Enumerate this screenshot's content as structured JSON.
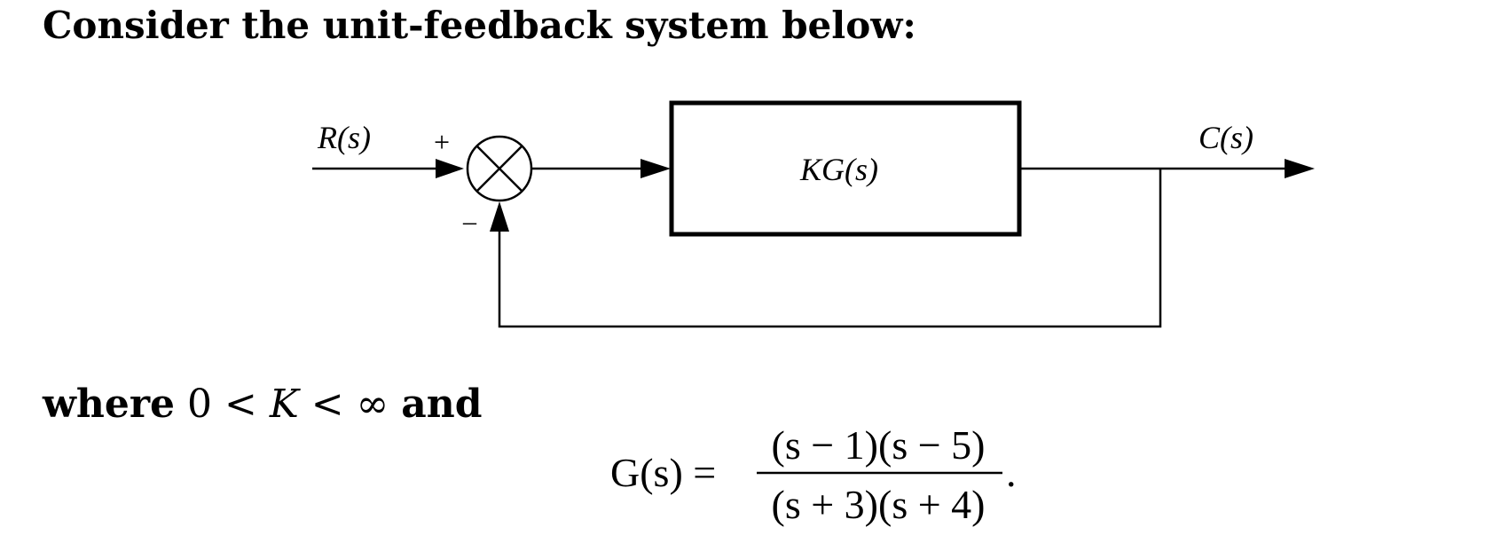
{
  "heading": "Consider the unit-feedback system below:",
  "diagram": {
    "input_label": "R(s)",
    "output_label": "C(s)",
    "block_label": "KG(s)",
    "plus_sign": "+",
    "minus_sign": "–"
  },
  "condition": {
    "word_where": "where",
    "inequality": "0 < ",
    "variable": "K",
    "inequality_rest": " < ∞",
    "word_and": "and"
  },
  "equation": {
    "lhs": "G(s) =",
    "numerator": "(s − 1)(s − 5)",
    "denominator": "(s + 3)(s + 4)",
    "period": "."
  }
}
